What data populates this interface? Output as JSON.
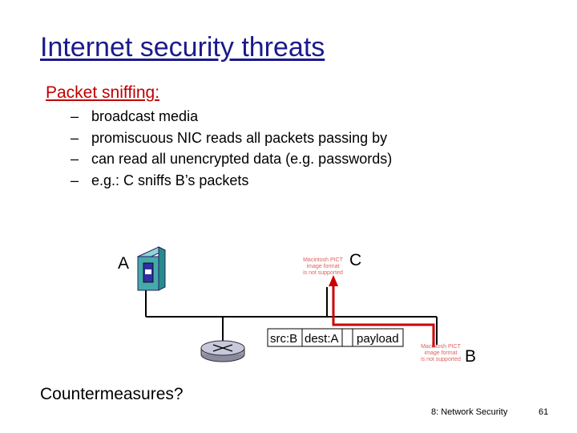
{
  "slide": {
    "title": "Internet security threats",
    "subtitle": "Packet sniffing:",
    "bullets": [
      "broadcast media",
      "promiscuous NIC reads all packets passing by",
      "can read all unencrypted data (e.g. passwords)",
      "e.g.: C sniffs B’s packets"
    ],
    "bullet_marker": "–",
    "countermeasures": "Countermeasures?",
    "footer": "8: Network Security",
    "page_number": "61"
  },
  "diagram": {
    "nodes": {
      "a": "A",
      "b": "B",
      "c": "C"
    },
    "packet": {
      "src": "src:B",
      "dest": "dest:A",
      "payload": "payload"
    },
    "pict_placeholder": [
      "Macintosh PICT",
      "image format",
      "is not supported"
    ],
    "colors": {
      "wire": "#000000",
      "sniff_path": "#cc0000",
      "host_body": "#44aaaa",
      "host_display": "#3030a0"
    },
    "icons": [
      "host-computer-icon",
      "router-icon"
    ]
  }
}
